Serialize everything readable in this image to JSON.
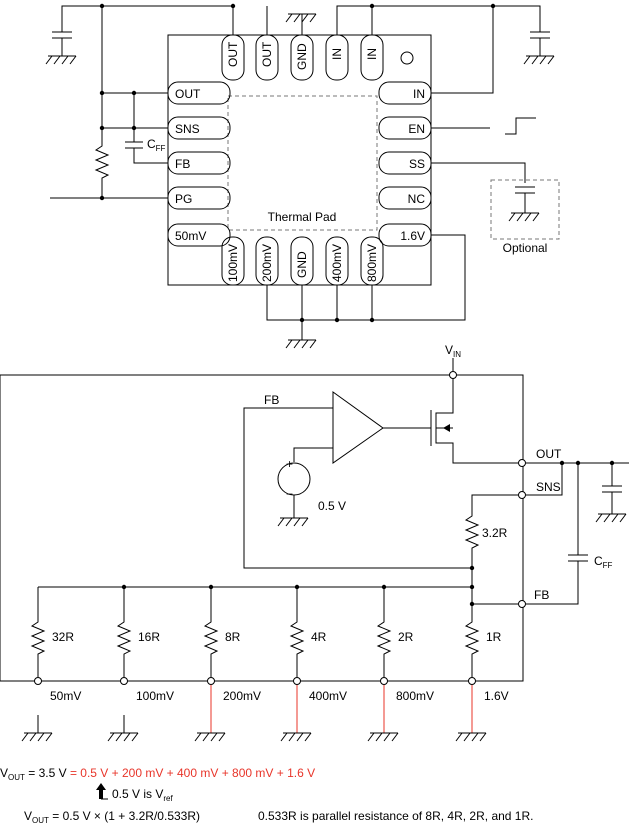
{
  "package": {
    "top_pins": [
      "OUT",
      "OUT",
      "GND",
      "IN",
      "IN"
    ],
    "left_pins": [
      "OUT",
      "SNS",
      "FB",
      "PG",
      "50mV"
    ],
    "right_pins": [
      "IN",
      "EN",
      "SS",
      "NC",
      "1.6V"
    ],
    "bottom_pins": [
      "100mV",
      "200mV",
      "GND",
      "400mV",
      "800mV"
    ],
    "thermal_pad": "Thermal Pad",
    "cff_label": "C",
    "cff_sub": "FF",
    "optional_label": "Optional"
  },
  "schematic": {
    "vin_label": "V",
    "vin_sub": "IN",
    "fb_label": "FB",
    "vref_plus": "+",
    "vref_minus": "−",
    "vref_value": "0.5 V",
    "out_label": "OUT",
    "sns_label": "SNS",
    "fb_pin_label": "FB",
    "r_feedback": "3.2R",
    "cff_label": "C",
    "cff_sub": "FF",
    "resistors": [
      "32R",
      "16R",
      "8R",
      "4R",
      "2R",
      "1R"
    ],
    "pins": [
      "50mV",
      "100mV",
      "200mV",
      "400mV",
      "800mV",
      "1.6V"
    ]
  },
  "equations": {
    "eq1_v": "V",
    "eq1_sub": "OUT",
    "eq1_black": " = 3.5 V ",
    "eq1_red": "= 0.5 V +  200 mV + 400 mV + 800 mV + 1.6 V",
    "vref_note_main": "0.5 V is V",
    "vref_note_sub": "ref",
    "eq2_v": "V",
    "eq2_sub": "OUT",
    "eq2_text": " = 0.5 V × (1 + 3.2R/0.533R)",
    "eq2_note": "0.533R is parallel resistance of 8R, 4R, 2R, and 1R."
  }
}
